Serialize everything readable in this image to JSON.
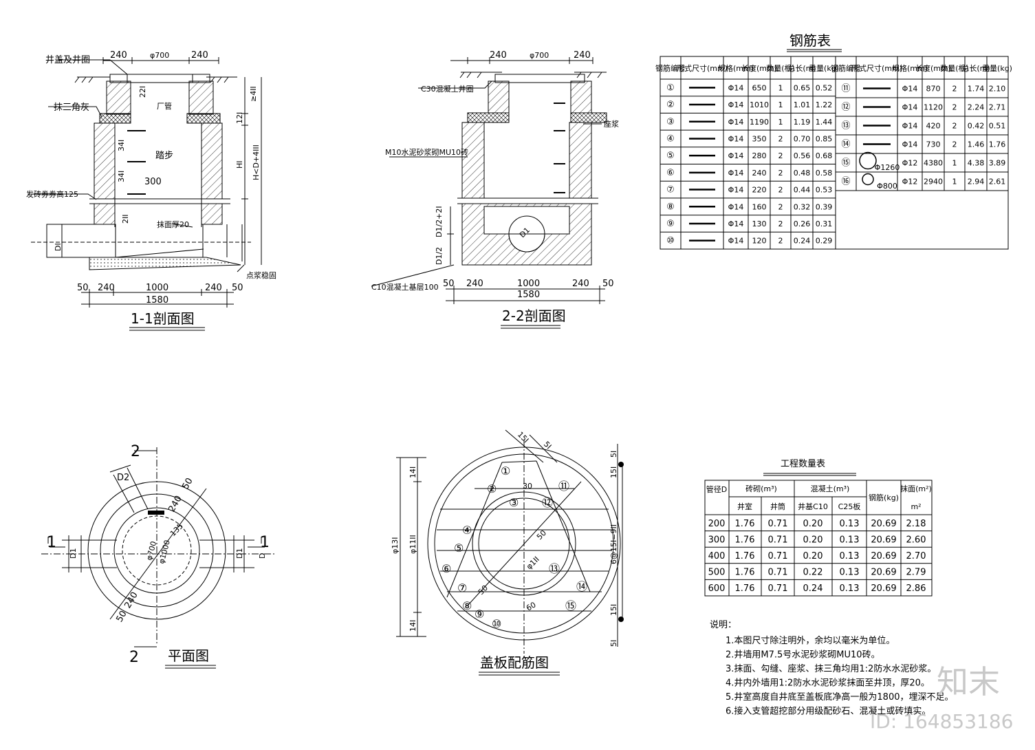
{
  "sections": {
    "s11": {
      "title": "1-1剖面图",
      "labels": {
        "cover": "井盖及井圈",
        "fillet": "抹三角灰",
        "arch": "发砖券券高125",
        "plaster": "抹面厚20",
        "base": "点浆稳固",
        "ladder": "踏步",
        "ladder_gap": "300",
        "dim_top": [
          "240",
          "φ700",
          "240"
        ],
        "dim_bottom": [
          "50",
          "240",
          "1000",
          "240",
          "50"
        ],
        "dim_total": "1580",
        "dim_right": [
          "≥4II",
          "12I",
          "HI",
          "H<D+4III"
        ],
        "dim_left": [
          "22I",
          "34I",
          "34I",
          "2II",
          "DI"
        ],
        "dim_mid": "厂管"
      }
    },
    "s22": {
      "title": "2-2剖面图",
      "labels": {
        "collar": "C30混凝土井圈",
        "seat": "座浆",
        "wall": "M10水泥砂浆砌MU10砖",
        "base": "C10混凝土基层100",
        "d1": "D1",
        "dim_top": [
          "240",
          "φ700",
          "240"
        ],
        "dim_bottom": [
          "50",
          "240",
          "1000",
          "240",
          "50"
        ],
        "dim_total": "1580",
        "dim_left": [
          "D1/2+2I",
          "D1/2"
        ]
      }
    },
    "plan": {
      "title": "平面图",
      "marks": [
        "2",
        "2",
        "1",
        "1"
      ],
      "labels": [
        "D2",
        "50",
        "240",
        "50",
        "240",
        "135",
        "φ700",
        "φ1000",
        "D1",
        "D1",
        "D"
      ]
    },
    "cover": {
      "title": "盖板配筋图",
      "labels": [
        "15I",
        "5I",
        "30",
        "50",
        "50",
        "60",
        "φ13I",
        "φ11II",
        "φ1II",
        "14I",
        "14I",
        "5I",
        "15I",
        "6@15I=9II",
        "15I",
        "5I"
      ],
      "bars": [
        "①",
        "②",
        "③",
        "④",
        "⑤",
        "⑥",
        "⑦",
        "⑧",
        "⑨",
        "⑩",
        "⑪",
        "⑫",
        "⑬",
        "⑭",
        "⑮"
      ]
    }
  },
  "rebar_table": {
    "title": "钢筋表",
    "headers_left": [
      "钢筋编号",
      "形式尺寸(mm)",
      "规格(mm)",
      "长度(mm)",
      "数量(根)",
      "总长(m)",
      "重量(kg)"
    ],
    "headers_right": [
      "钢筋编号",
      "形式尺寸(mm)",
      "规格(mm)",
      "长度(mm)",
      "数量(根)",
      "总长(m)",
      "重量(kg)"
    ],
    "rows_left": [
      [
        "①",
        "Φ14",
        "650",
        "1",
        "0.65",
        "0.52"
      ],
      [
        "②",
        "Φ14",
        "1010",
        "1",
        "1.01",
        "1.22"
      ],
      [
        "③",
        "Φ14",
        "1190",
        "1",
        "1.19",
        "1.44"
      ],
      [
        "④",
        "Φ14",
        "350",
        "2",
        "0.70",
        "0.85"
      ],
      [
        "⑤",
        "Φ14",
        "280",
        "2",
        "0.56",
        "0.68"
      ],
      [
        "⑥",
        "Φ14",
        "240",
        "2",
        "0.48",
        "0.58"
      ],
      [
        "⑦",
        "Φ14",
        "220",
        "2",
        "0.44",
        "0.53"
      ],
      [
        "⑧",
        "Φ14",
        "160",
        "2",
        "0.32",
        "0.39"
      ],
      [
        "⑨",
        "Φ14",
        "130",
        "2",
        "0.26",
        "0.31"
      ],
      [
        "⑩",
        "Φ14",
        "120",
        "2",
        "0.24",
        "0.29"
      ]
    ],
    "rows_right": [
      [
        "⑪",
        "Φ14",
        "870",
        "2",
        "1.74",
        "2.10",
        ""
      ],
      [
        "⑫",
        "Φ14",
        "1120",
        "2",
        "2.24",
        "2.71",
        ""
      ],
      [
        "⑬",
        "Φ14",
        "420",
        "2",
        "0.42",
        "0.51",
        ""
      ],
      [
        "⑭",
        "Φ14",
        "730",
        "2",
        "1.46",
        "1.76",
        ""
      ],
      [
        "⑮",
        "Φ12",
        "4380",
        "1",
        "4.38",
        "3.89",
        "Φ1260"
      ],
      [
        "⑯",
        "Φ12",
        "2940",
        "1",
        "2.94",
        "2.61",
        "Φ800"
      ]
    ]
  },
  "quantity_table": {
    "title": "工程数量表",
    "headers": [
      "管径D",
      "砖砌(m³)",
      "混凝土(m³)",
      "钢筋(kg)",
      "抹面(m²)"
    ],
    "subheaders": [
      "井室",
      "井筒",
      "井基C10",
      "C25板",
      "",
      "m²"
    ],
    "rows": [
      [
        "200",
        "1.76",
        "0.71",
        "0.20",
        "0.13",
        "20.69",
        "2.18"
      ],
      [
        "300",
        "1.76",
        "0.71",
        "0.20",
        "0.13",
        "20.69",
        "2.60"
      ],
      [
        "400",
        "1.76",
        "0.71",
        "0.20",
        "0.13",
        "20.69",
        "2.70"
      ],
      [
        "500",
        "1.76",
        "0.71",
        "0.22",
        "0.13",
        "20.69",
        "2.79"
      ],
      [
        "600",
        "1.76",
        "0.71",
        "0.24",
        "0.13",
        "20.69",
        "2.86"
      ]
    ]
  },
  "notes": {
    "title": "说明：",
    "items": [
      "1.本图尺寸除注明外，余均以毫米为单位。",
      "2.井墙用M7.5号水泥砂浆砌MU10砖。",
      "3.抹面、勾缝、座浆、抹三角均用1:2防水水泥砂浆。",
      "4.井内外墙用1:2防水水泥砂浆抹面至井顶，厚20。",
      "5.井室高度自井底至盖板底净高一般为1800，埋深不足。",
      "6.接入支管超挖部分用级配砂石、混凝土或砖填实。"
    ]
  },
  "watermark": {
    "brand": "知末",
    "id": "ID: 164853186"
  }
}
